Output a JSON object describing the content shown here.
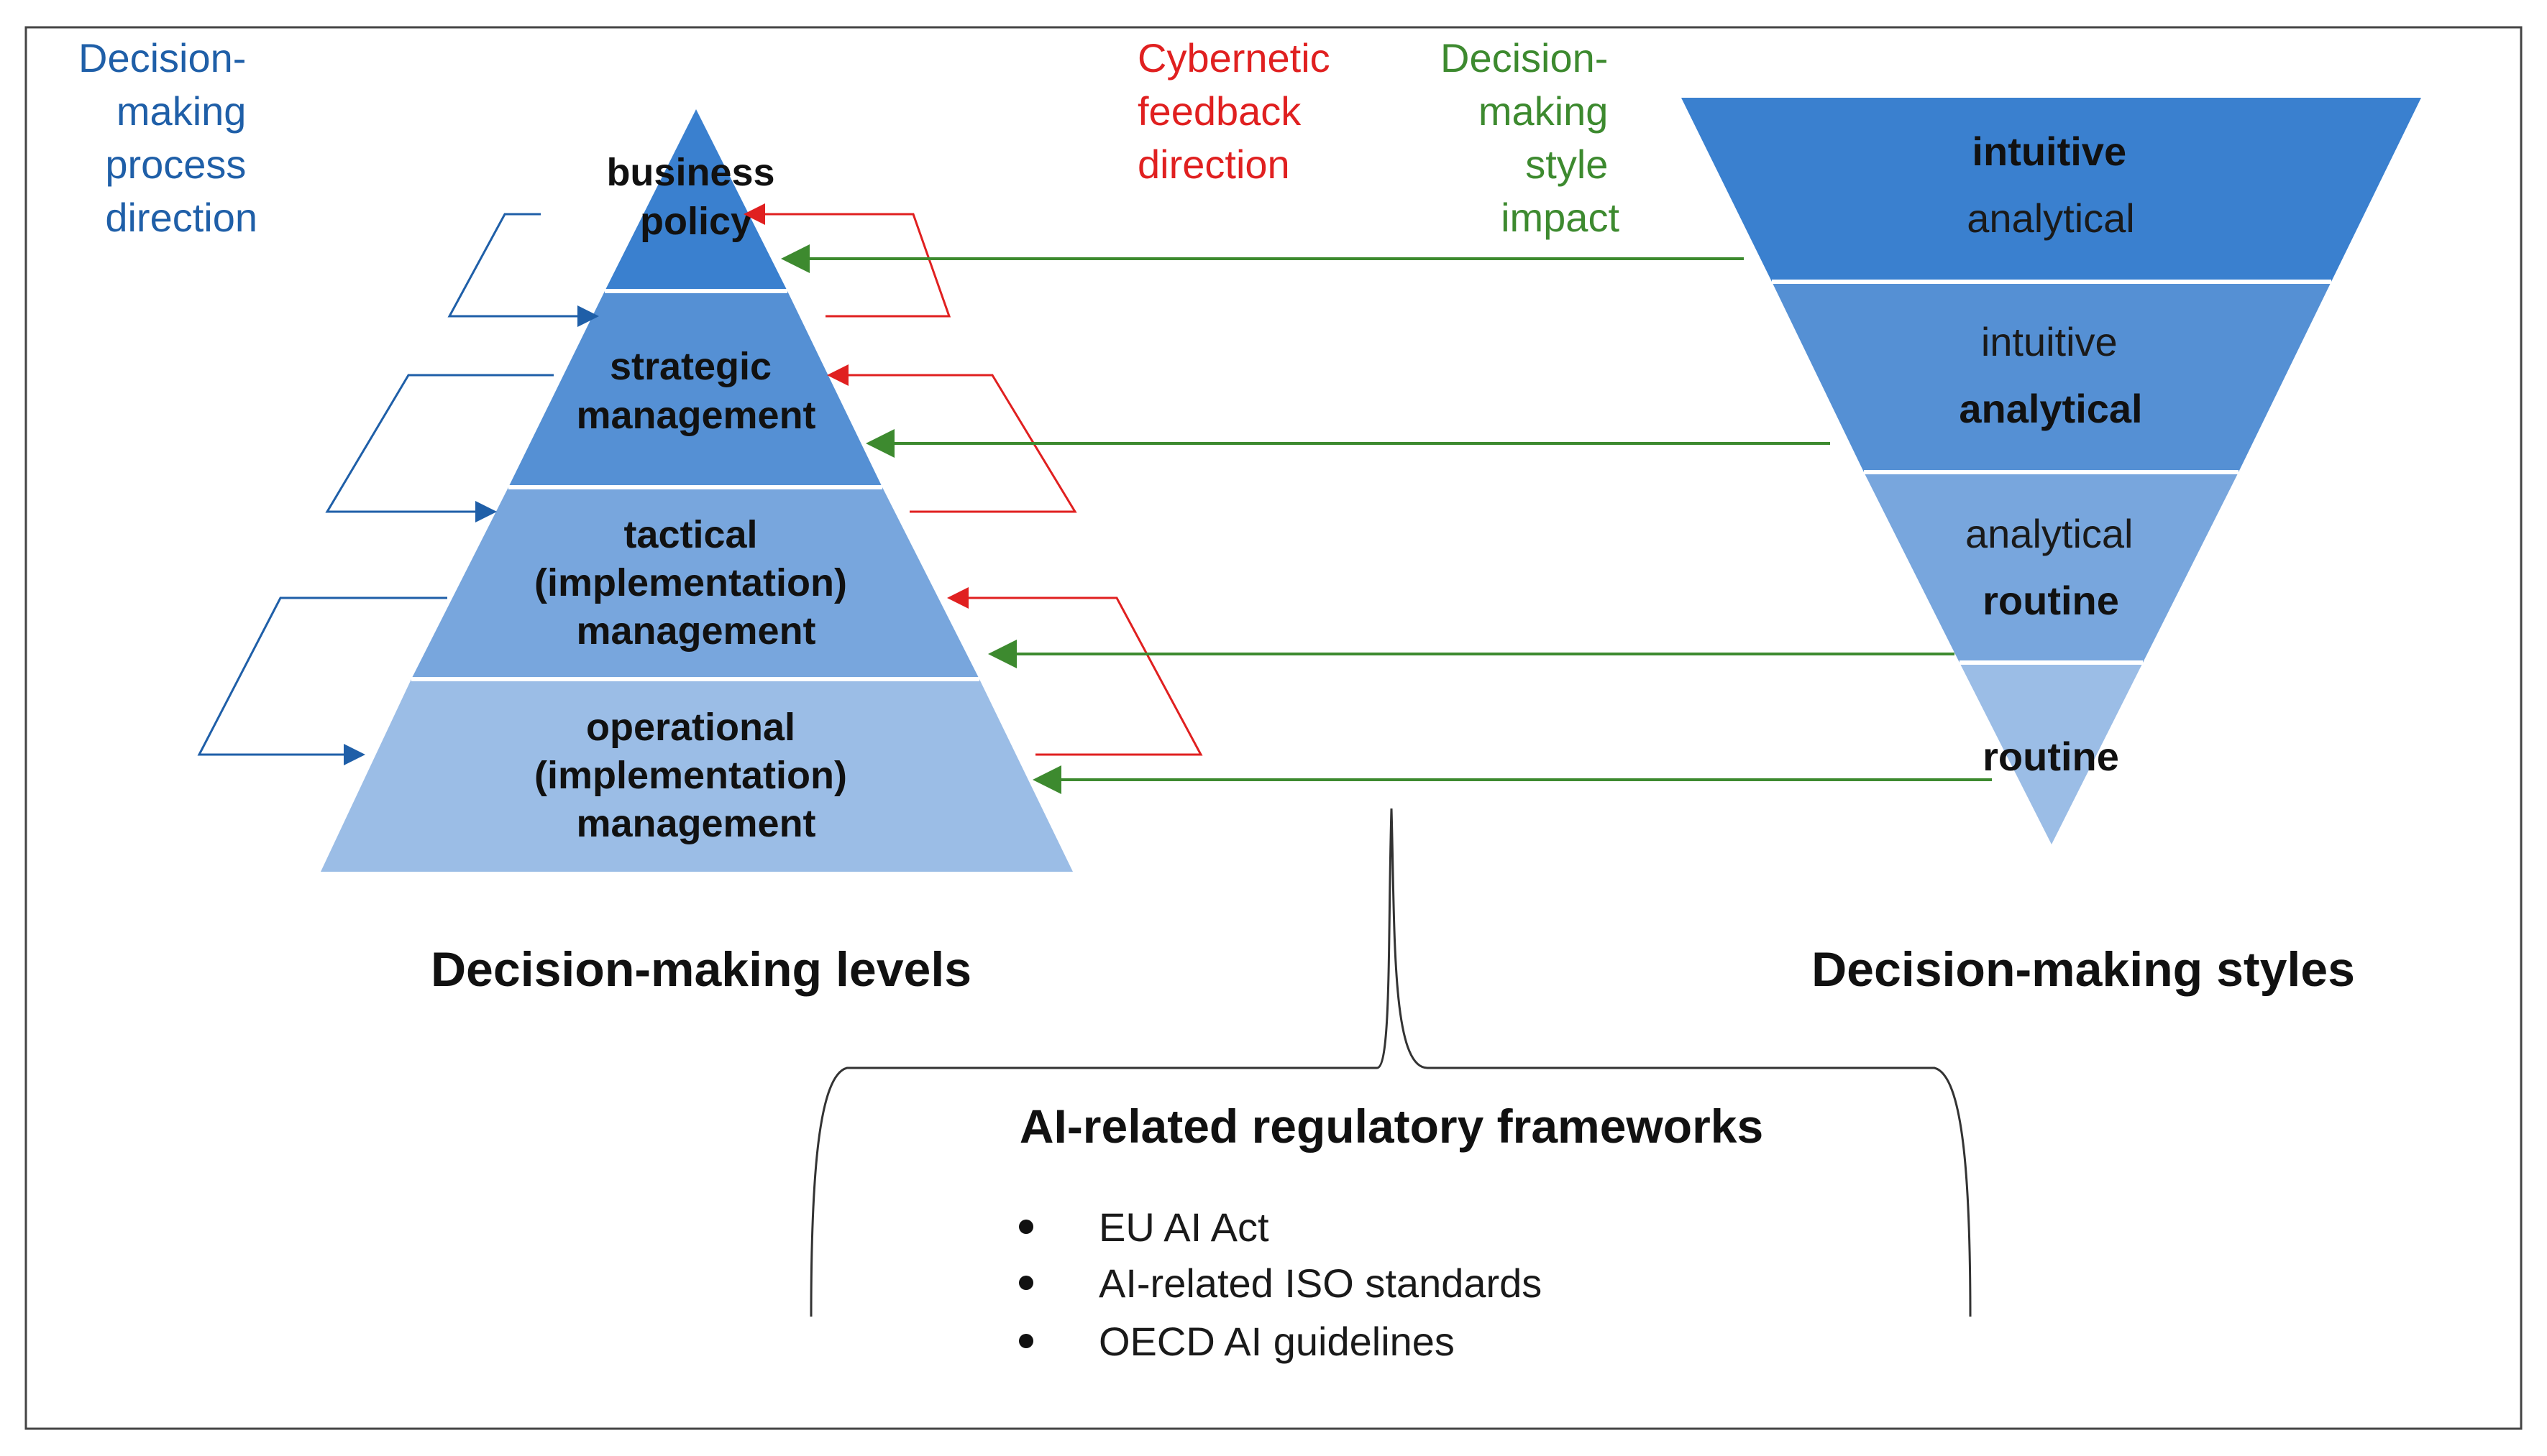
{
  "headers": {
    "process_direction": [
      "Decision-",
      "making",
      "process",
      "direction"
    ],
    "feedback_direction": [
      "Cybernetic",
      "feedback",
      "direction"
    ],
    "style_impact": [
      "Decision-",
      "making",
      "style",
      "impact"
    ]
  },
  "levels": [
    {
      "lines": [
        "business",
        "policy"
      ]
    },
    {
      "lines": [
        "strategic",
        "management"
      ]
    },
    {
      "lines": [
        "tactical",
        "(implementation)",
        "management"
      ]
    },
    {
      "lines": [
        "operational",
        "(implementation)",
        "management"
      ]
    }
  ],
  "styles": [
    {
      "lines": [
        {
          "text": "intuitive",
          "bold": true
        },
        {
          "text": "analytical",
          "bold": false
        }
      ]
    },
    {
      "lines": [
        {
          "text": "intuitive",
          "bold": false
        },
        {
          "text": "analytical",
          "bold": true
        }
      ]
    },
    {
      "lines": [
        {
          "text": "analytical",
          "bold": false
        },
        {
          "text": "routine",
          "bold": true
        }
      ]
    },
    {
      "lines": [
        {
          "text": "routine",
          "bold": true
        }
      ]
    }
  ],
  "captions": {
    "levels": "Decision-making levels",
    "styles": "Decision-making styles"
  },
  "regulatory": {
    "title": "AI-related regulatory frameworks",
    "items": [
      "EU AI Act",
      "AI-related ISO standards",
      "OECD AI guidelines"
    ]
  },
  "colors": {
    "pyramid_levels": [
      "#3a80cf",
      "#5590d4",
      "#78a6dd",
      "#9bbde6"
    ],
    "funnel_styles": [
      "#3a80cf",
      "#5590d4",
      "#78a6dd",
      "#9bbde6"
    ],
    "process_arrow": "#1f5fa8",
    "feedback_arrow": "#e02020",
    "impact_arrow": "#3d8a2f",
    "frame": "#444444"
  }
}
